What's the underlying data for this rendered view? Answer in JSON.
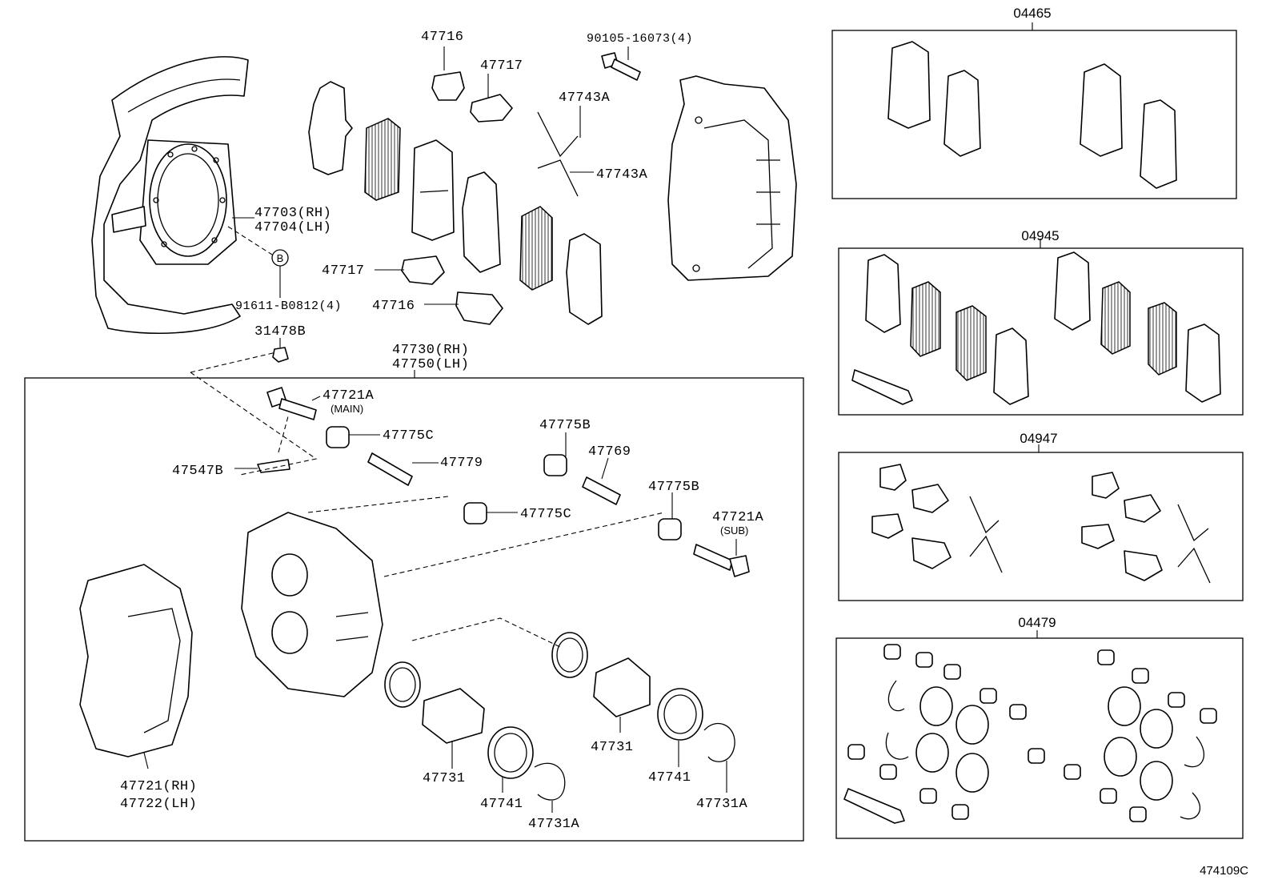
{
  "diagram_id": "474109C",
  "labels": {
    "p47716_top": "47716",
    "p90105": "90105-16073(4)",
    "p47717_top": "47717",
    "p47743A_1": "47743A",
    "p47743A_2": "47743A",
    "p47703": "47703(RH)",
    "p47704": "47704(LH)",
    "callout_b": "B",
    "p91611": "91611-B0812(4)",
    "p47717_mid": "47717",
    "p47716_mid": "47716",
    "p31478B": "31478B",
    "p47730": "47730(RH)",
    "p47750": "47750(LH)",
    "p47721A_main": "47721A",
    "main_note": "(MAIN)",
    "p47775C_1": "47775C",
    "p47779": "47779",
    "p47547B": "47547B",
    "p47775B_1": "47775B",
    "p47769": "47769",
    "p47775B_2": "47775B",
    "p47775C_2": "47775C",
    "p47721A_sub": "47721A",
    "sub_note": "(SUB)",
    "p47731_1": "47731",
    "p47731_2": "47731",
    "p47741_1": "47741",
    "p47741_2": "47741",
    "p47731A_1": "47731A",
    "p47731A_2": "47731A",
    "p47721": "47721(RH)",
    "p47722": "47722(LH)"
  },
  "kits": [
    {
      "id": "04465"
    },
    {
      "id": "04945"
    },
    {
      "id": "04947"
    },
    {
      "id": "04479"
    }
  ]
}
